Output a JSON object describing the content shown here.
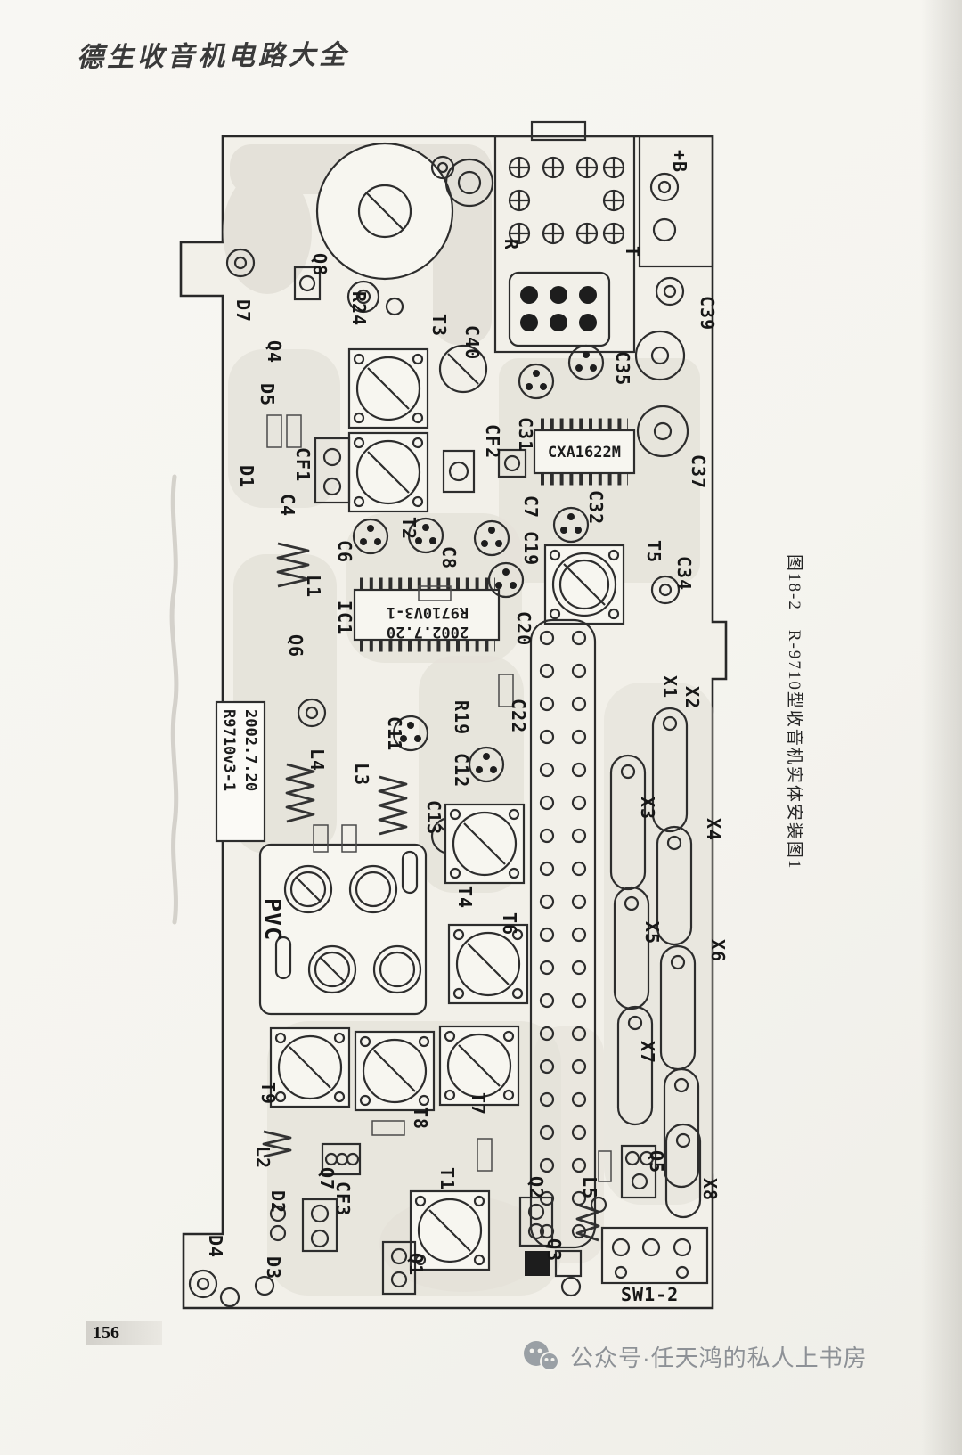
{
  "page": {
    "header_title": "德生收音机电路大全",
    "caption": "图18-2　R-9710型收音机实体安装图1",
    "page_number": "156",
    "watermark_text": "公众号·任天鸿的私人上书房"
  },
  "colors": {
    "paper": "#f4f3ee",
    "ink": "#1b1b1b",
    "trace_gray": "#d9d6cc"
  },
  "board": {
    "chips": {
      "ic1_line1": "R9710V3-1",
      "ic1_line2": "2002.7.20",
      "audio": "CXA1622M",
      "ver1": "R9710v3-1",
      "ver2": "2002.7.20"
    },
    "labels": {
      "q8": "Q8",
      "d7": "D7",
      "q4": "Q4",
      "d5": "D5",
      "d1": "D1",
      "c4": "C4",
      "cf1": "CF1",
      "c6": "C6",
      "l1": "L1",
      "ic1": "IC1",
      "q6": "Q6",
      "r24": "R24",
      "t3": "T3",
      "c40": "C40",
      "cf2": "CF2",
      "c31": "C31",
      "c7": "C7",
      "c19": "C19",
      "c32": "C32",
      "c35": "C35",
      "c37": "C37",
      "c39": "C39",
      "plus_b": "+B",
      "r_pad": "R",
      "t_pad": "T",
      "t2": "T2",
      "c8": "C8",
      "c20": "C20",
      "t5": "T5",
      "c34": "C34",
      "x1": "X1",
      "x2": "X2",
      "c22": "C22",
      "c11": "C11",
      "r19": "R19",
      "c12": "C12",
      "l4": "L4",
      "l3": "L3",
      "c13": "C13",
      "x3": "X3",
      "x4": "X4",
      "x5": "X5",
      "x6": "X6",
      "x7": "X7",
      "x8": "X8",
      "pvc": "PVC",
      "t4": "T4",
      "t6": "T6",
      "t9": "T9",
      "t8": "T8",
      "t7": "T7",
      "l2": "L2",
      "q7": "Q7",
      "cf3": "CF3",
      "d2": "D2",
      "t1": "T1",
      "d4": "D4",
      "d3": "D3",
      "q1": "Q1",
      "q2": "Q2",
      "l5": "L5",
      "q3": "Q3",
      "q5": "Q5",
      "sw": "SW1-2"
    }
  }
}
